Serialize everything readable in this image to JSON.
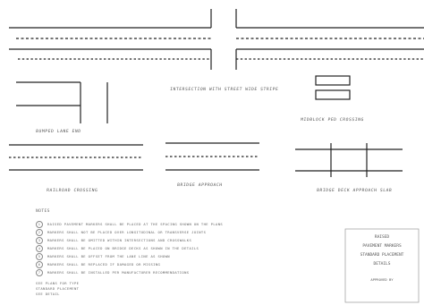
{
  "sheet": {
    "labels": {
      "intersection": "INTERSECTION WITH STREET WIDE STRIPE",
      "crosswalk": "MIDBLOCK PED CROSSING",
      "bumped_lane": "BUMPED LANE END",
      "railroad": "RAILROAD CROSSING",
      "bridge_approach": "BRIDGE APPROACH",
      "bridge_deck": "BRIDGE DECK APPROACH SLAB"
    },
    "notes": {
      "heading": "NOTES",
      "items": [
        {
          "num": "1",
          "text": "RAISED PAVEMENT MARKERS SHALL BE PLACED AT THE SPACING SHOWN ON THE PLANS"
        },
        {
          "num": "2",
          "text": "MARKERS SHALL NOT BE PLACED OVER LONGITUDINAL OR TRANSVERSE JOINTS"
        },
        {
          "num": "3",
          "text": "MARKERS SHALL BE OMITTED WITHIN INTERSECTIONS AND CROSSWALKS"
        },
        {
          "num": "4",
          "text": "MARKERS SHALL BE PLACED ON BRIDGE DECKS AS SHOWN IN THE DETAILS"
        },
        {
          "num": "5",
          "text": "MARKERS SHALL BE OFFSET FROM THE LANE LINE AS SHOWN"
        },
        {
          "num": "6",
          "text": "MARKERS SHALL BE REPLACED IF DAMAGED OR MISSING"
        },
        {
          "num": "7",
          "text": "MARKERS SHALL BE INSTALLED PER MANUFACTURER RECOMMENDATIONS"
        }
      ],
      "footer": [
        "SEE PLANS FOR TYPE",
        "STANDARD PLACEMENT",
        "SEE DETAIL"
      ]
    },
    "title_block": {
      "line1": "RAISED",
      "line2": "PAVEMENT MARKERS",
      "line3": "STANDARD PLACEMENT",
      "line4": "DETAILS",
      "approved": "APPROVED BY"
    }
  }
}
